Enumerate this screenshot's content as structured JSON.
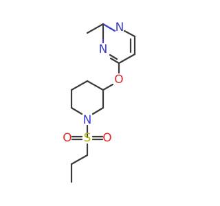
{
  "molecule": {
    "atoms": [
      {
        "id": "n_top",
        "symbol": "N",
        "color": "#3b3bd6"
      },
      {
        "id": "n_left",
        "symbol": "N",
        "color": "#3b3bd6"
      },
      {
        "id": "o_ether",
        "symbol": "O",
        "color": "#e12a2a"
      },
      {
        "id": "n_piperidine",
        "symbol": "N",
        "color": "#3b3bd6"
      },
      {
        "id": "s_sulfonyl",
        "symbol": "S",
        "color": "#b8b400"
      },
      {
        "id": "o_sulfonyl_left",
        "symbol": "O",
        "color": "#e12a2a"
      },
      {
        "id": "o_sulfonyl_right",
        "symbol": "O",
        "color": "#e12a2a"
      }
    ],
    "bond_color": "#3a3a3a"
  }
}
